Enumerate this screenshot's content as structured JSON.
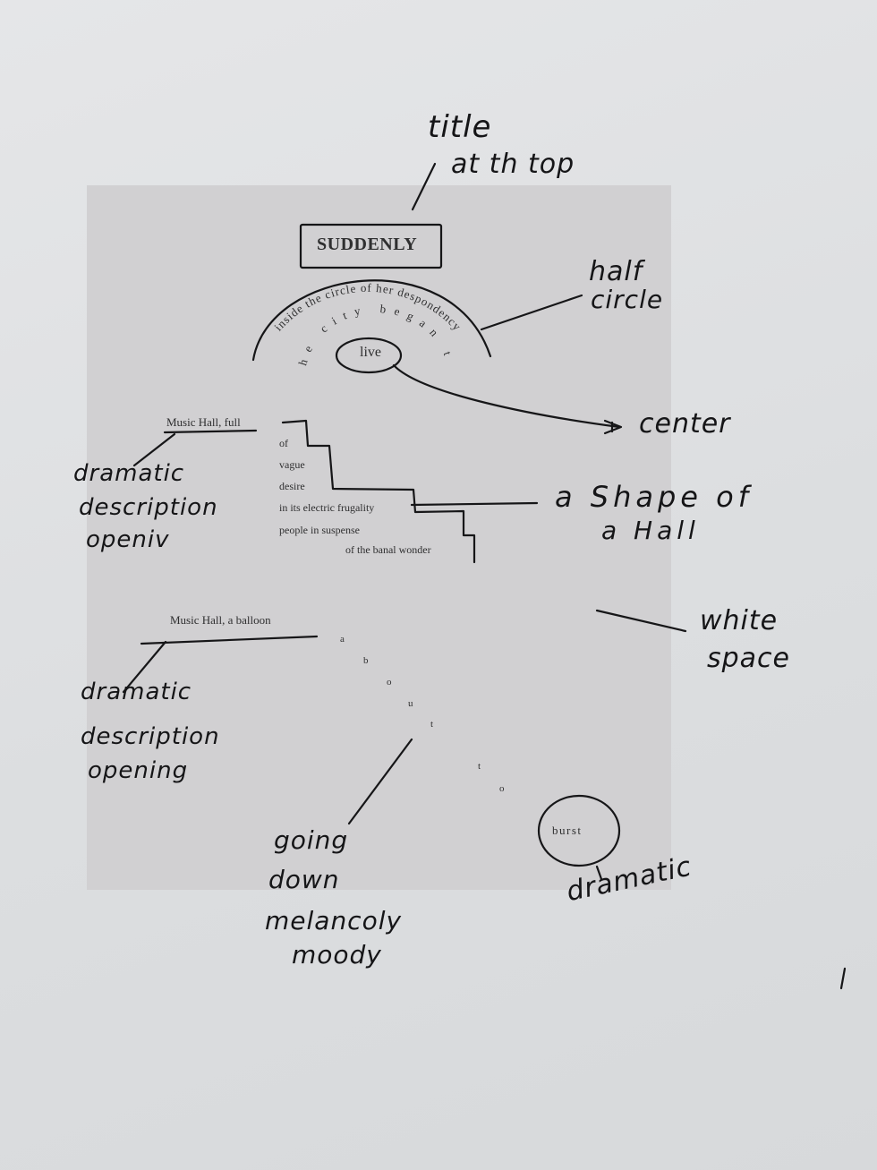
{
  "poem": {
    "title": "SUDDENLY",
    "arc_outer": "inside the circle of her despondency",
    "arc_inner": "the city began to",
    "center_word": "live",
    "stanza1_heading": "Music Hall, full",
    "stanza1_lines": [
      "of",
      "vague",
      "desire",
      "in its electric frugality",
      "people in suspense",
      "of the banal wonder"
    ],
    "stanza2_heading": "Music Hall, a balloon",
    "falling_letters": [
      "a",
      "b",
      "o",
      "u",
      "t",
      "t",
      "o"
    ],
    "final_word": "burst"
  },
  "annotations": {
    "title_note": [
      "title",
      "at th top"
    ],
    "half_circle_note": [
      "half",
      "circle"
    ],
    "center_note": "center",
    "opening_note_1": [
      "dramatic",
      "description",
      "openiv"
    ],
    "hall_note": [
      "a Shape of",
      "a Hall"
    ],
    "white_space_note": [
      "white",
      "space"
    ],
    "opening_note_2": [
      "dramatic",
      "description",
      "opening"
    ],
    "going_down_note": [
      "going",
      "down",
      "melancoly",
      "moody"
    ],
    "burst_note": "dramatic"
  }
}
